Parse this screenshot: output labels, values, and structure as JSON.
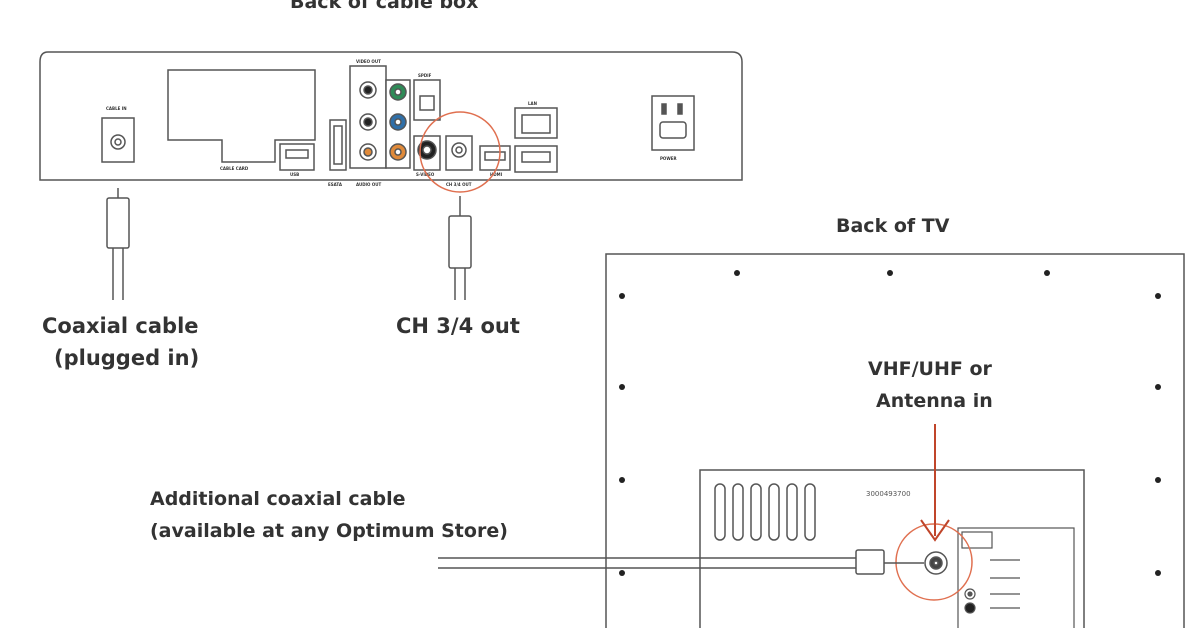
{
  "title": "Back of cable box",
  "tv_title": "Back of TV",
  "labels": {
    "coax_line1": "Coaxial cable",
    "coax_line2": "(plugged in)",
    "ch34": "CH 3/4 out",
    "vhf_line1": "VHF/UHF or",
    "vhf_line2": "Antenna in",
    "additional_line1": "Additional coaxial cable",
    "additional_line2": "(available at any Optimum Store)"
  },
  "port_labels": {
    "cable_in": "CABLE IN",
    "cablecard": "CABLE CARD",
    "usb": "USB",
    "video_out": "VIDEO OUT",
    "spdif": "SPDIF",
    "lan": "LAN",
    "power": "POWER",
    "eSATA": "ESATA",
    "audio_out": "AUDIO OUT",
    "ch34_out": "CH 3/4 OUT",
    "hdmi": "HDMI",
    "svideo": "S-VIDEO"
  },
  "tv_panel_code": "3000493700",
  "colors": {
    "highlight": "#e07050",
    "arrow": "#c0452a",
    "line": "#555555",
    "jack_green": "#2e8b57",
    "jack_blue": "#2f6fa8",
    "jack_orange": "#e08a3a"
  }
}
